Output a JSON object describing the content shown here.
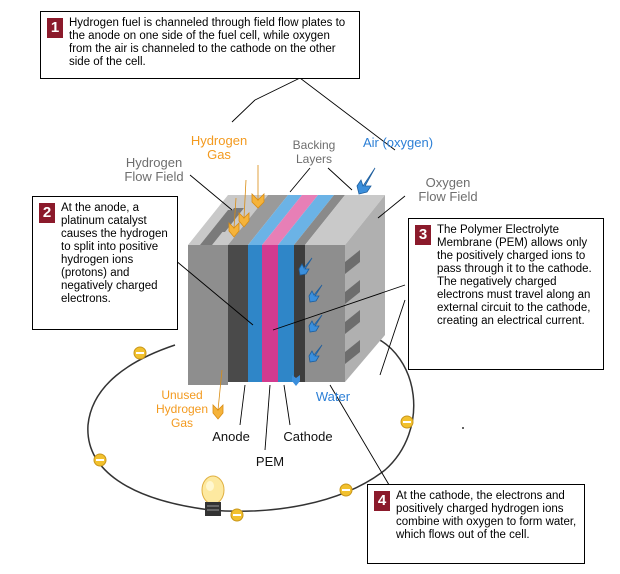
{
  "callouts": [
    {
      "number": "1",
      "text": "Hydrogen fuel is channeled through field flow plates to the anode on one side of the fuel cell, while oxygen from the air is channeled to the cathode on the other side of the cell."
    },
    {
      "number": "2",
      "text": "At the anode, a platinum catalyst causes the hydrogen to split into positive hydrogen ions (protons) and negatively charged electrons."
    },
    {
      "number": "3",
      "text": "The Polymer Electrolyte Membrane (PEM) allows only the positively charged ions to pass through it to the cathode. The negatively charged electrons must travel along an external circuit to the cathode, creating an electrical current."
    },
    {
      "number": "4",
      "text": "At the cathode, the electrons and positively charged hydrogen ions combine with oxygen to form water, which flows out of the cell."
    }
  ],
  "labels": {
    "hydrogen_gas": "Hydrogen Gas",
    "backing_layers": "Backing Layers",
    "air_oxygen": "Air (oxygen)",
    "hydrogen_flow_field": "Hydrogen Flow Field",
    "oxygen_flow_field": "Oxygen Flow Field",
    "unused_hydrogen_gas": "Unused Hydrogen Gas",
    "anode": "Anode",
    "pem": "PEM",
    "cathode": "Cathode",
    "water": "Water"
  },
  "colors": {
    "orange": "#f39a1f",
    "blue": "#2c7fd6",
    "label_gray": "#6e6e6e",
    "callout_number_bg": "#8b1a2b",
    "pem_magenta": "#d23a8f",
    "electron_yellow": "#f2c12e"
  }
}
